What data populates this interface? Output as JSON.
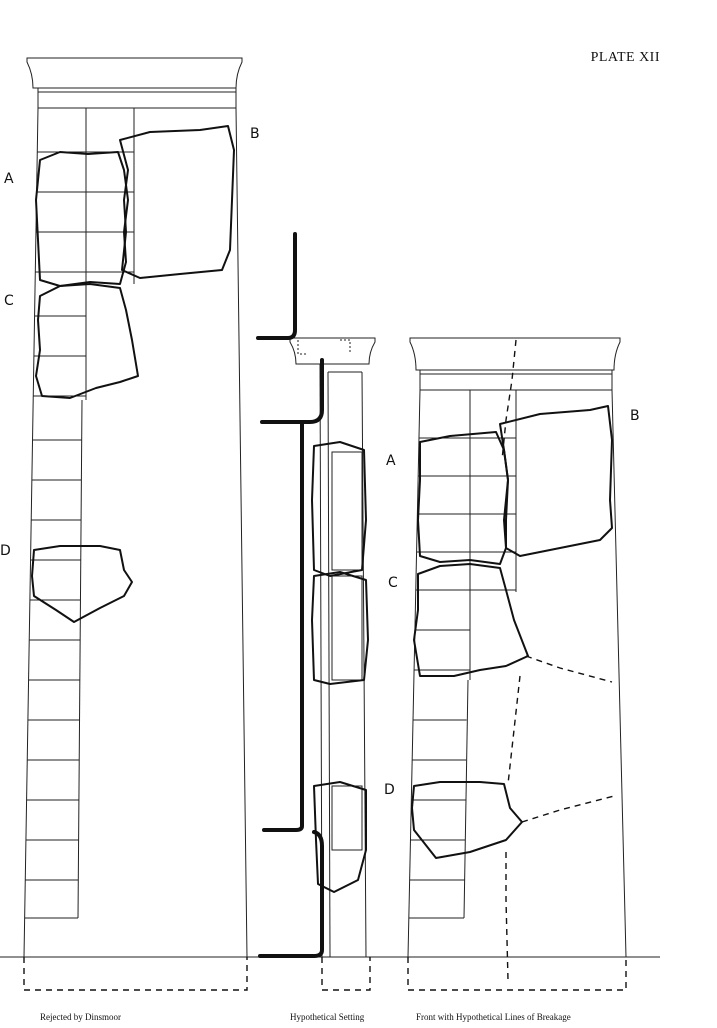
{
  "plate": {
    "title": "PLATE XII"
  },
  "labels": {
    "left": [
      "A",
      "B",
      "C",
      "D"
    ],
    "right": [
      "A",
      "B",
      "C",
      "D"
    ],
    "middle": [
      "A",
      "C",
      "D"
    ]
  },
  "captions": {
    "left": "Rejected by Dinsmoor",
    "middle": "Hypothetical Setting",
    "right": "Front with Hypothetical Lines of Breakage"
  },
  "colors": {
    "ink": "#111111",
    "paper": "#ffffff",
    "stipple": "#444444"
  }
}
